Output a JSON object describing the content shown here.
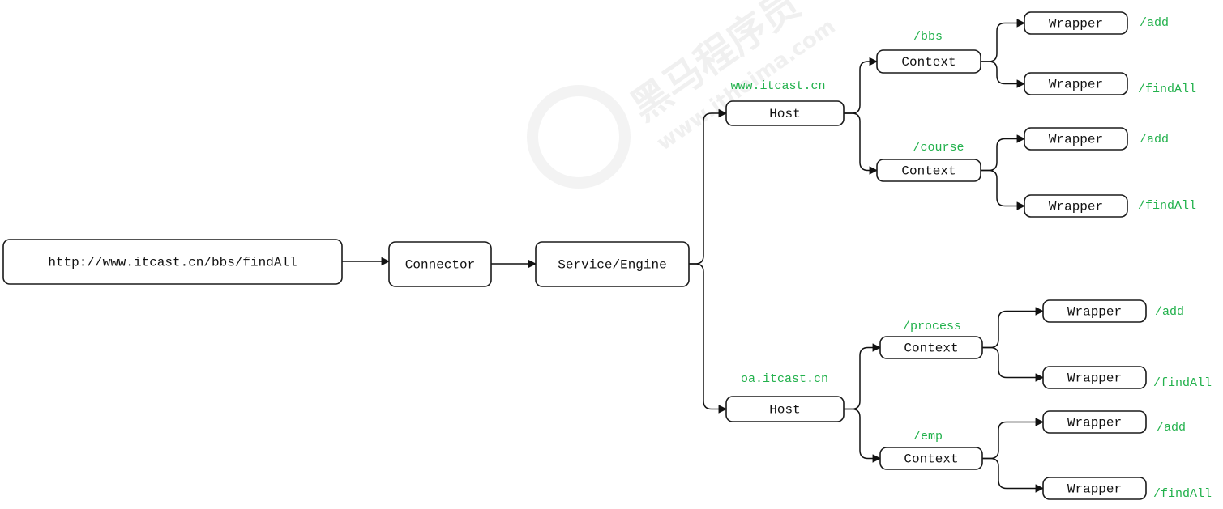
{
  "colors": {
    "box_stroke": "#1a1a1a",
    "label_green": "#22b14c",
    "line": "#111111"
  },
  "request": {
    "url": "http://www.itcast.cn/bbs/findAll"
  },
  "connector": {
    "label": "Connector"
  },
  "engine": {
    "label": "Service/Engine"
  },
  "hosts": [
    {
      "name": "www.itcast.cn",
      "label": "Host",
      "contexts": [
        {
          "path": "/bbs",
          "label": "Context",
          "wrappers": [
            {
              "label": "Wrapper",
              "path": "/add"
            },
            {
              "label": "Wrapper",
              "path": "/findAll"
            }
          ]
        },
        {
          "path": "/course",
          "label": "Context",
          "wrappers": [
            {
              "label": "Wrapper",
              "path": "/add"
            },
            {
              "label": "Wrapper",
              "path": "/findAll"
            }
          ]
        }
      ]
    },
    {
      "name": "oa.itcast.cn",
      "label": "Host",
      "contexts": [
        {
          "path": "/process",
          "label": "Context",
          "wrappers": [
            {
              "label": "Wrapper",
              "path": "/add"
            },
            {
              "label": "Wrapper",
              "path": "/findAll"
            }
          ]
        },
        {
          "path": "/emp",
          "label": "Context",
          "wrappers": [
            {
              "label": "Wrapper",
              "path": "/add"
            },
            {
              "label": "Wrapper",
              "path": "/findAll"
            }
          ]
        }
      ]
    }
  ],
  "watermark": {
    "brand": "黑马程序员",
    "site": "www.itheima.com"
  }
}
